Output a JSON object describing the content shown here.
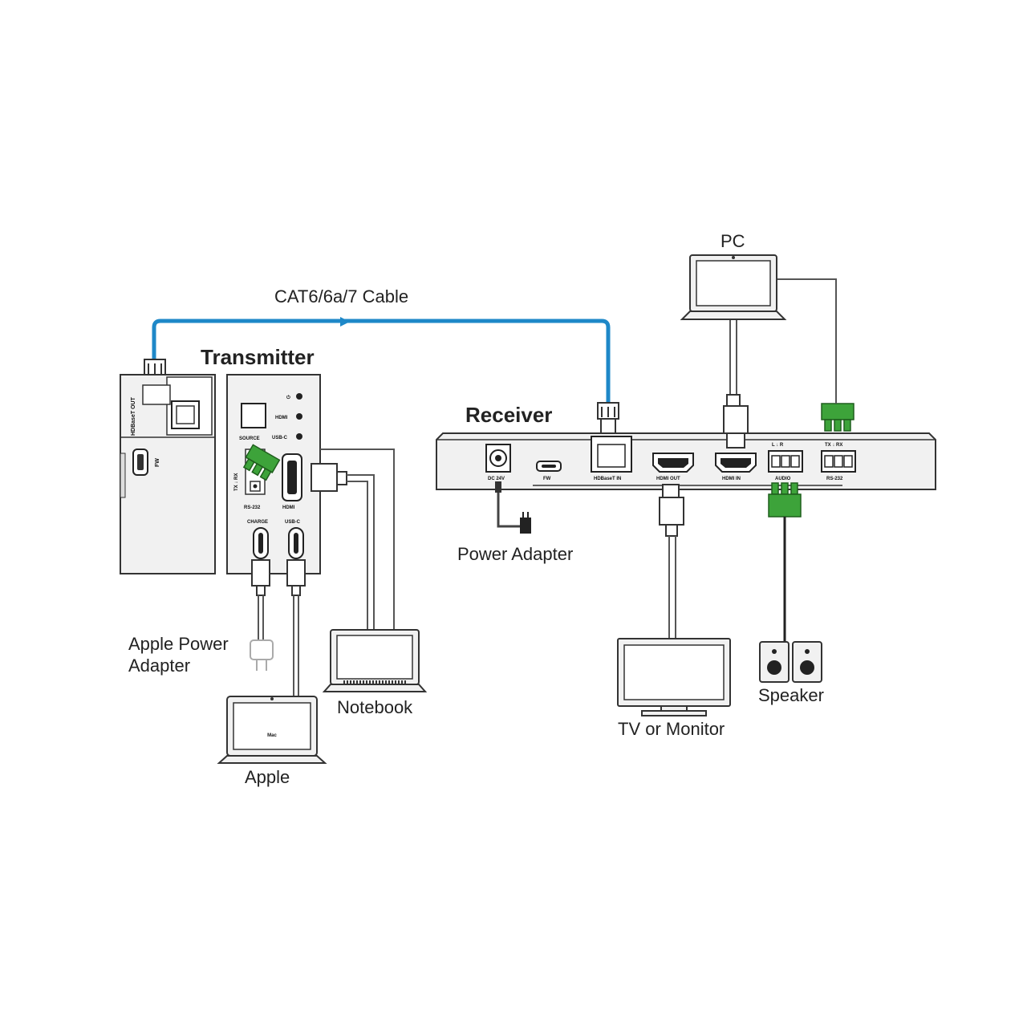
{
  "cable_label": "CAT6/6a/7 Cable",
  "colors": {
    "cable": "#1e88c8",
    "terminal_green": "#3da33a",
    "device_fill": "#f1f1f1",
    "outline": "#333333"
  },
  "transmitter": {
    "title": "Transmitter",
    "side_labels": {
      "hdbaset_out": "HDBaseT OUT",
      "fw": "FW"
    },
    "front_labels": {
      "hdmi_led": "HDMI",
      "source": "SOURCE",
      "usbc_led": "USB-C",
      "tx_rx": "TX ↓ RX",
      "rs232": "RS-232",
      "hdmi": "HDMI",
      "charge": "CHARGE",
      "usbc": "USB-C"
    }
  },
  "receiver": {
    "title": "Receiver",
    "ports": {
      "dc24v": "DC 24V",
      "fw": "FW",
      "hdbaset_in": "HDBaseT IN",
      "hdmi_out": "HDMI OUT",
      "hdmi_in": "HDMI IN",
      "audio": "AUDIO",
      "audio_lr": "L ↓ R",
      "rs232": "RS-232",
      "rs232_txrx": "TX ↓ RX"
    }
  },
  "devices": {
    "pc": "PC",
    "power_adapter": "Power Adapter",
    "apple_power_adapter_line1": "Apple Power",
    "apple_power_adapter_line2": "Adapter",
    "notebook": "Notebook",
    "apple": "Apple",
    "apple_screen_text": "Mac",
    "tv": "TV or Monitor",
    "speaker": "Speaker"
  }
}
